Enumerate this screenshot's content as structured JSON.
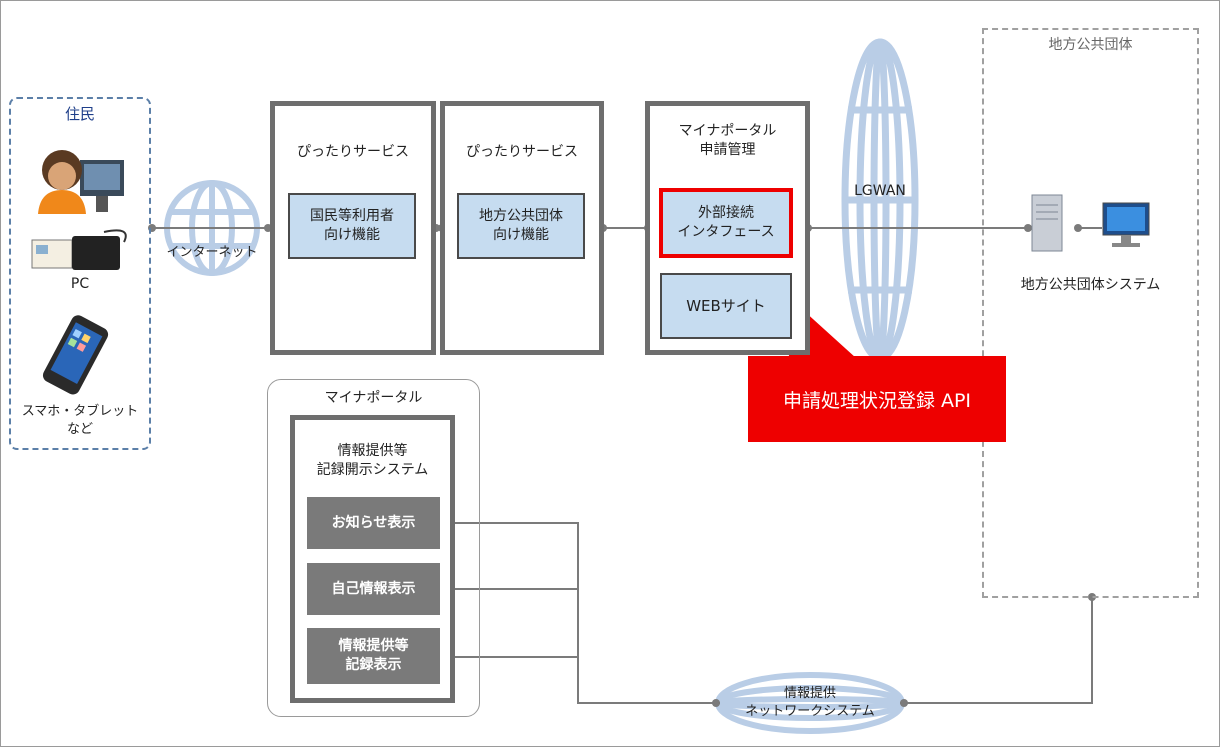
{
  "residents": {
    "title": "住民",
    "pc_label": "PC",
    "mobile_label": "スマホ・タブレット\nなど"
  },
  "internet": {
    "label": "インターネット"
  },
  "pittari_user": {
    "title": "ぴったりサービス",
    "function": "国民等利用者\n向け機能"
  },
  "pittari_local": {
    "title": "ぴったりサービス",
    "function": "地方公共団体\n向け機能"
  },
  "myna_app": {
    "title": "マイナポータル\n申請管理",
    "external_if": "外部接続\nインタフェース",
    "website": "WEBサイト"
  },
  "lgwan": {
    "label": "LGWAN"
  },
  "local_gov": {
    "title": "地方公共団体",
    "system_label": "地方公共団体システム"
  },
  "callout": {
    "text": "申請処理状況登録 API",
    "color": "#ee0000"
  },
  "mynaportal": {
    "title": "マイナポータル",
    "system_title": "情報提供等\n記録開示システム",
    "items": [
      "お知らせ表示",
      "自己情報表示",
      "情報提供等\n記録表示"
    ]
  },
  "network": {
    "label": "情報提供\nネットワークシステム"
  },
  "colors": {
    "line": "#777777",
    "function_fill": "#c6dcf0",
    "globe": "#b9cde6",
    "dark_box": "#7a7a7a"
  }
}
